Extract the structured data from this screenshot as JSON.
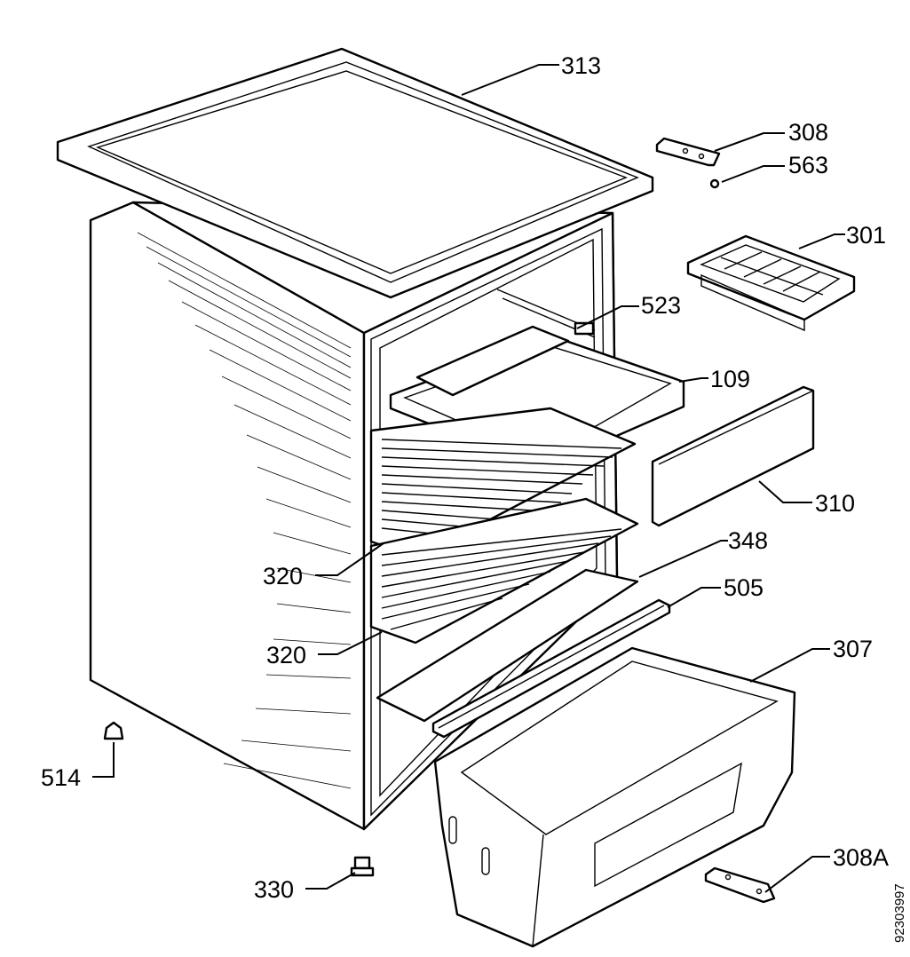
{
  "diagram": {
    "document_number": "92303997",
    "callouts": {
      "lid": "313",
      "hinge_top": "308",
      "screw": "563",
      "ice_tray": "301",
      "shelf_clip": "523",
      "drip_tray": "109",
      "flap": "310",
      "glass_shelf": "348",
      "trim_strip": "505",
      "crisper": "307",
      "shelf_upper": "320",
      "shelf_lower": "320",
      "foot": "514",
      "adjustable_foot": "330",
      "hinge_bottom": "308A"
    }
  }
}
